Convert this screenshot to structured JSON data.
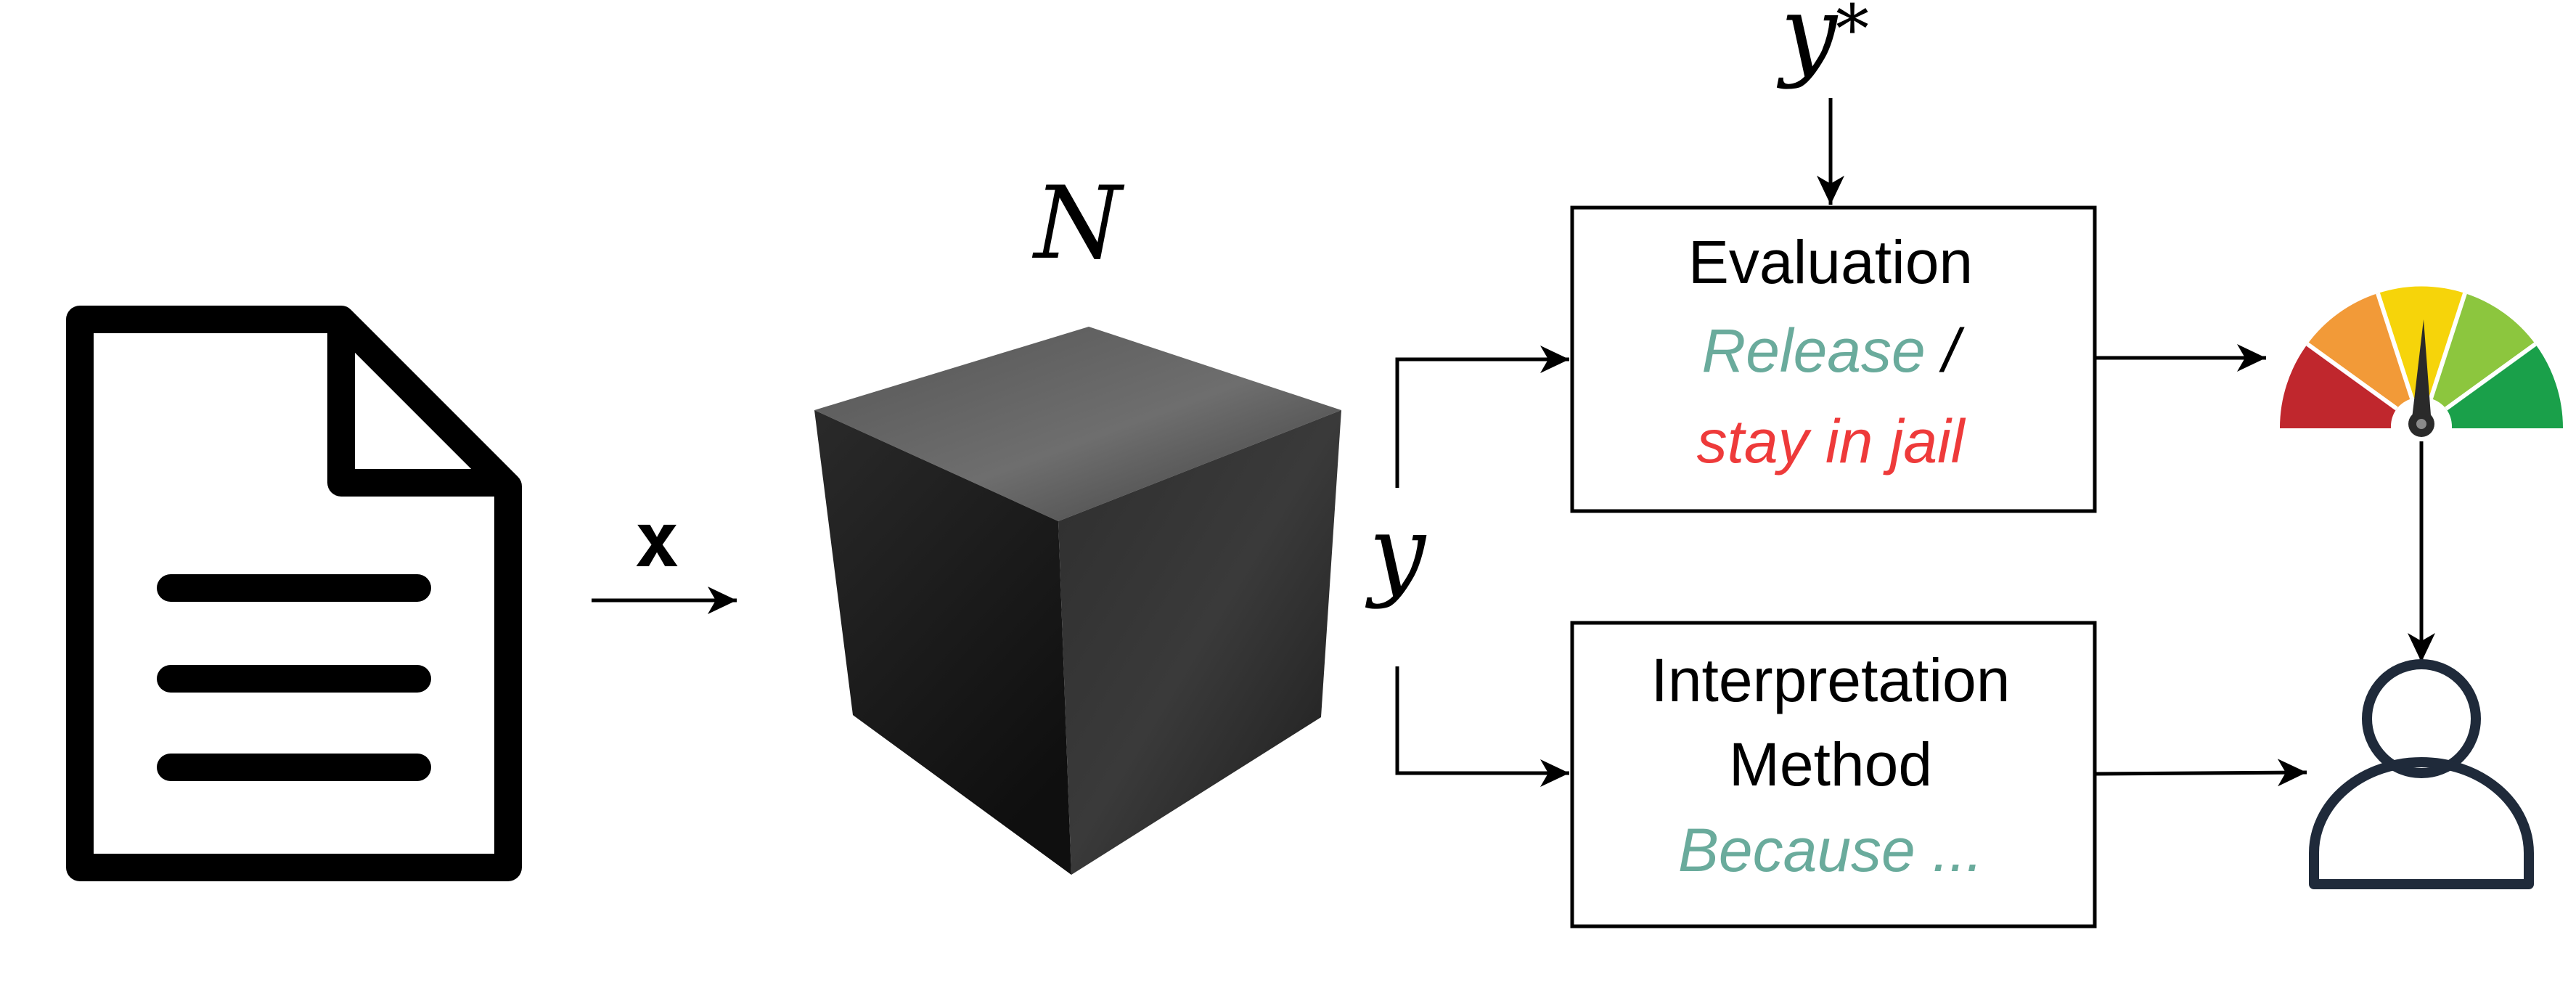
{
  "colors": {
    "teal": "#6aab9c",
    "red": "#ee3a3a",
    "black": "#000000",
    "person_stroke": "#1f2a3a",
    "gauge": [
      "#c0272d",
      "#f29a38",
      "#f6d40a",
      "#8cc63e",
      "#1aa04a"
    ]
  },
  "labels": {
    "x": "x",
    "N": "N",
    "y": "y",
    "y_star_base": "y",
    "y_star_sup": "*"
  },
  "evaluation_box": {
    "title": "Evaluation",
    "release": "Release",
    "slash": " /",
    "jail": "stay in jail"
  },
  "interpretation_box": {
    "line1": "Interpretation",
    "line2": "Method",
    "because": "Because ..."
  },
  "icons": [
    "document-icon",
    "black-box-cube-icon",
    "gauge-meter-icon",
    "person-icon"
  ]
}
